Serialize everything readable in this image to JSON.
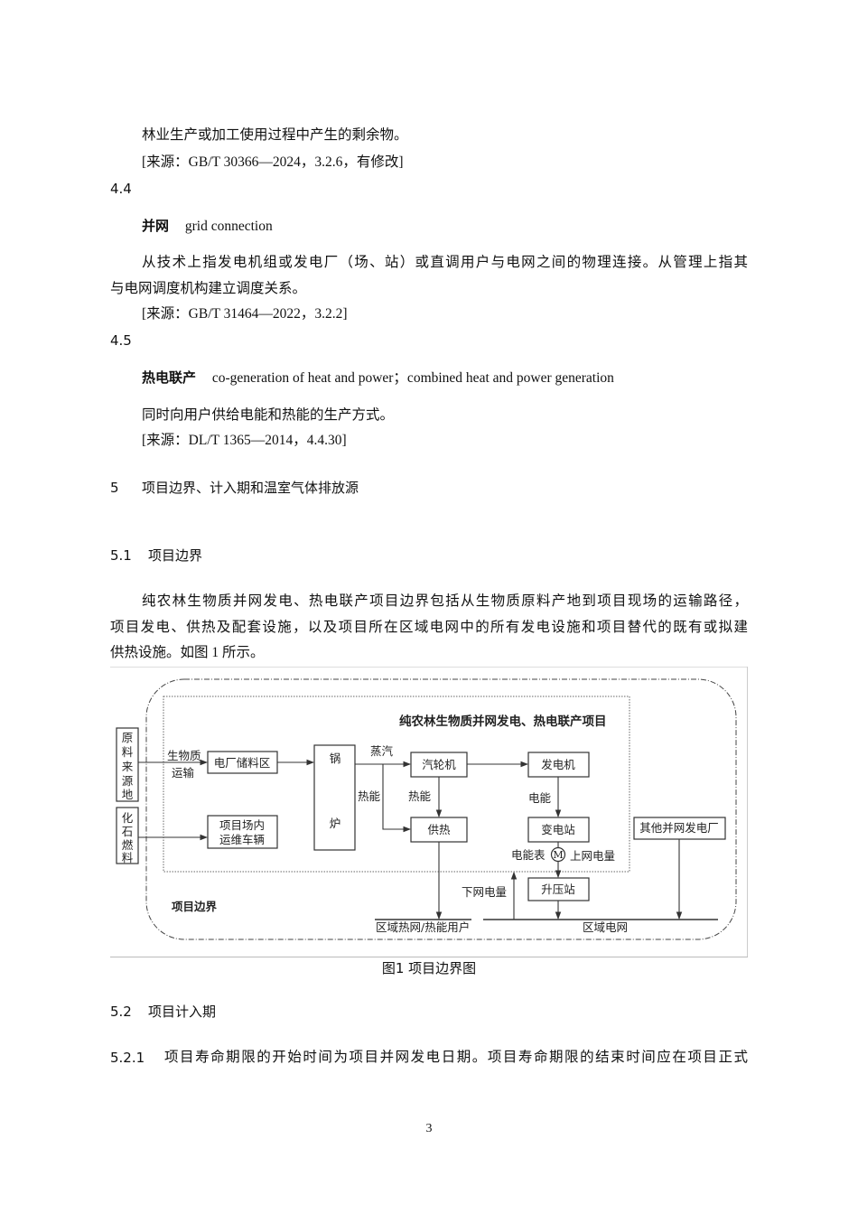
{
  "body": {
    "l1": "林业生产或加工使用过程中产生的剩余物。",
    "l2": "[来源：GB/T 30366—2024，3.2.6，有修改]",
    "s44": "4.4",
    "t44_cn": "并网",
    "t44_en": "grid connection",
    "p44_1": "从技术上指发电机组或发电厂（场、站）或直调用户与电网之间的物理连接。从管理上指其",
    "p44_2": "与电网调度机构建立调度关系。",
    "src44": "[来源：GB/T 31464—2022，3.2.2]",
    "s45": "4.5",
    "t45_cn": "热电联产",
    "t45_en": "co-generation of heat and power；combined heat and power generation",
    "p45": "同时向用户供给电能和热能的生产方式。",
    "src45": "[来源：DL/T 1365—2014，4.4.30]",
    "h5_num": "5",
    "h5": "项目边界、计入期和温室气体排放源",
    "h51_num": "5.1",
    "h51": "项目边界",
    "p51_1": "纯农林生物质并网发电、热电联产项目边界包括从生物质原料产地到项目现场的运输路径，",
    "p51_2": "项目发电、供热及配套设施，以及项目所在区域电网中的所有发电设施和项目替代的既有或拟建",
    "p51_3": "供热设施。如图 1 所示。",
    "caption": "图1  项目边界图",
    "h52_num": "5.2",
    "h52": "项目计入期",
    "h521_num": "5.2.1",
    "p521": "项目寿命期限的开始时间为项目并网发电日期。项目寿命期限的结束时间应在项目正式",
    "page_number": "3"
  },
  "diagram": {
    "title": "纯农林生物质并网发电、热电联产项目",
    "raw_source": [
      "原",
      "料",
      "来",
      "源",
      "地"
    ],
    "fossil_fuel": [
      "化",
      "石",
      "燃",
      "料"
    ],
    "biomass_label": "生物质",
    "transport_label": "运输",
    "storage": "电厂储料区",
    "vehicles_1": "项目场内",
    "vehicles_2": "运维车辆",
    "boiler": [
      "锅",
      "炉"
    ],
    "steam": "蒸汽",
    "heat_energy": "热能",
    "turbine": "汽轮机",
    "generator": "发电机",
    "heat_supply": "供热",
    "electric_energy": "电能",
    "substation": "变电站",
    "meter_label": "电能表",
    "meter_symbol": "M",
    "grid_export": "上网电量",
    "grid_import": "下网电量",
    "booster": "升压站",
    "other_plants": "其他并网发电厂",
    "boundary": "项目边界",
    "heat_grid": "区域热网/热能用户",
    "power_grid": "区域电网"
  }
}
